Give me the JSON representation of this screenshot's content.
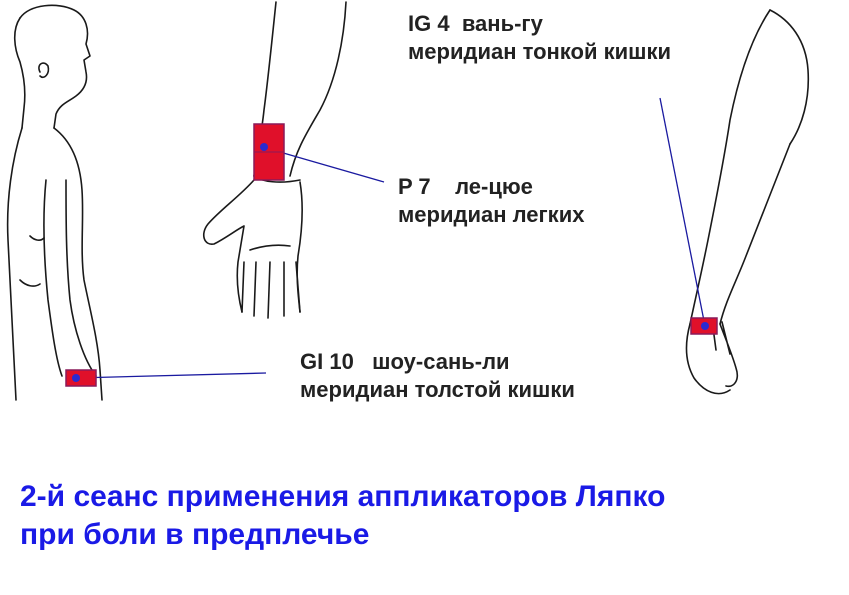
{
  "labels": {
    "ig4": {
      "code": "IG 4",
      "name": "вань-гу",
      "meridian": "меридиан тонкой кишки"
    },
    "p7": {
      "code": "P 7",
      "name": "ле-цюе",
      "meridian": "меридиан легких"
    },
    "gi10": {
      "code": "GI 10",
      "name": "шоу-сань-ли",
      "meridian": "меридиан толстой кишки"
    }
  },
  "caption": {
    "line1": "2-й сеанс применения аппликаторов Ляпко",
    "line2": "при боли в предплечье"
  },
  "colors": {
    "caption": "#1a1ae6",
    "applicator": "#e0102a",
    "applicator_dark": "#8a1a5a",
    "point": "#2a2ad0",
    "leader": "#1a1aa0",
    "outline": "#1a1a1a"
  }
}
